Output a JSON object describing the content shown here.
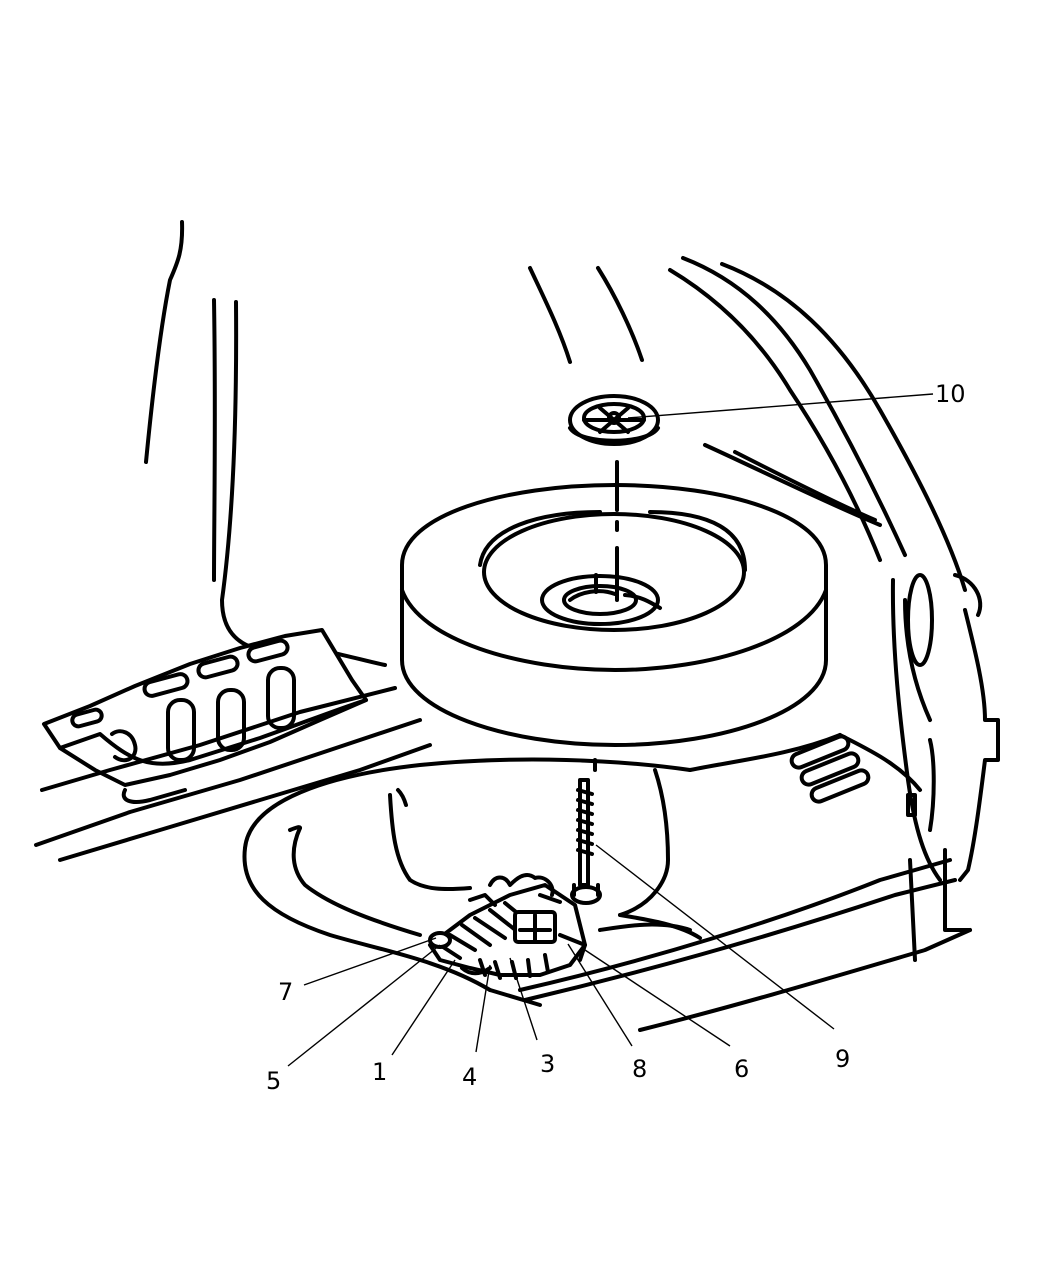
{
  "callouts": [
    {
      "id": "1",
      "text": "1"
    },
    {
      "id": "3",
      "text": "3"
    },
    {
      "id": "4",
      "text": "4"
    },
    {
      "id": "5",
      "text": "5"
    },
    {
      "id": "6",
      "text": "6"
    },
    {
      "id": "7",
      "text": "7"
    },
    {
      "id": "8",
      "text": "8"
    },
    {
      "id": "9",
      "text": "9"
    },
    {
      "id": "10",
      "text": "10"
    }
  ],
  "line_color": "#000000",
  "background_color": "#ffffff"
}
